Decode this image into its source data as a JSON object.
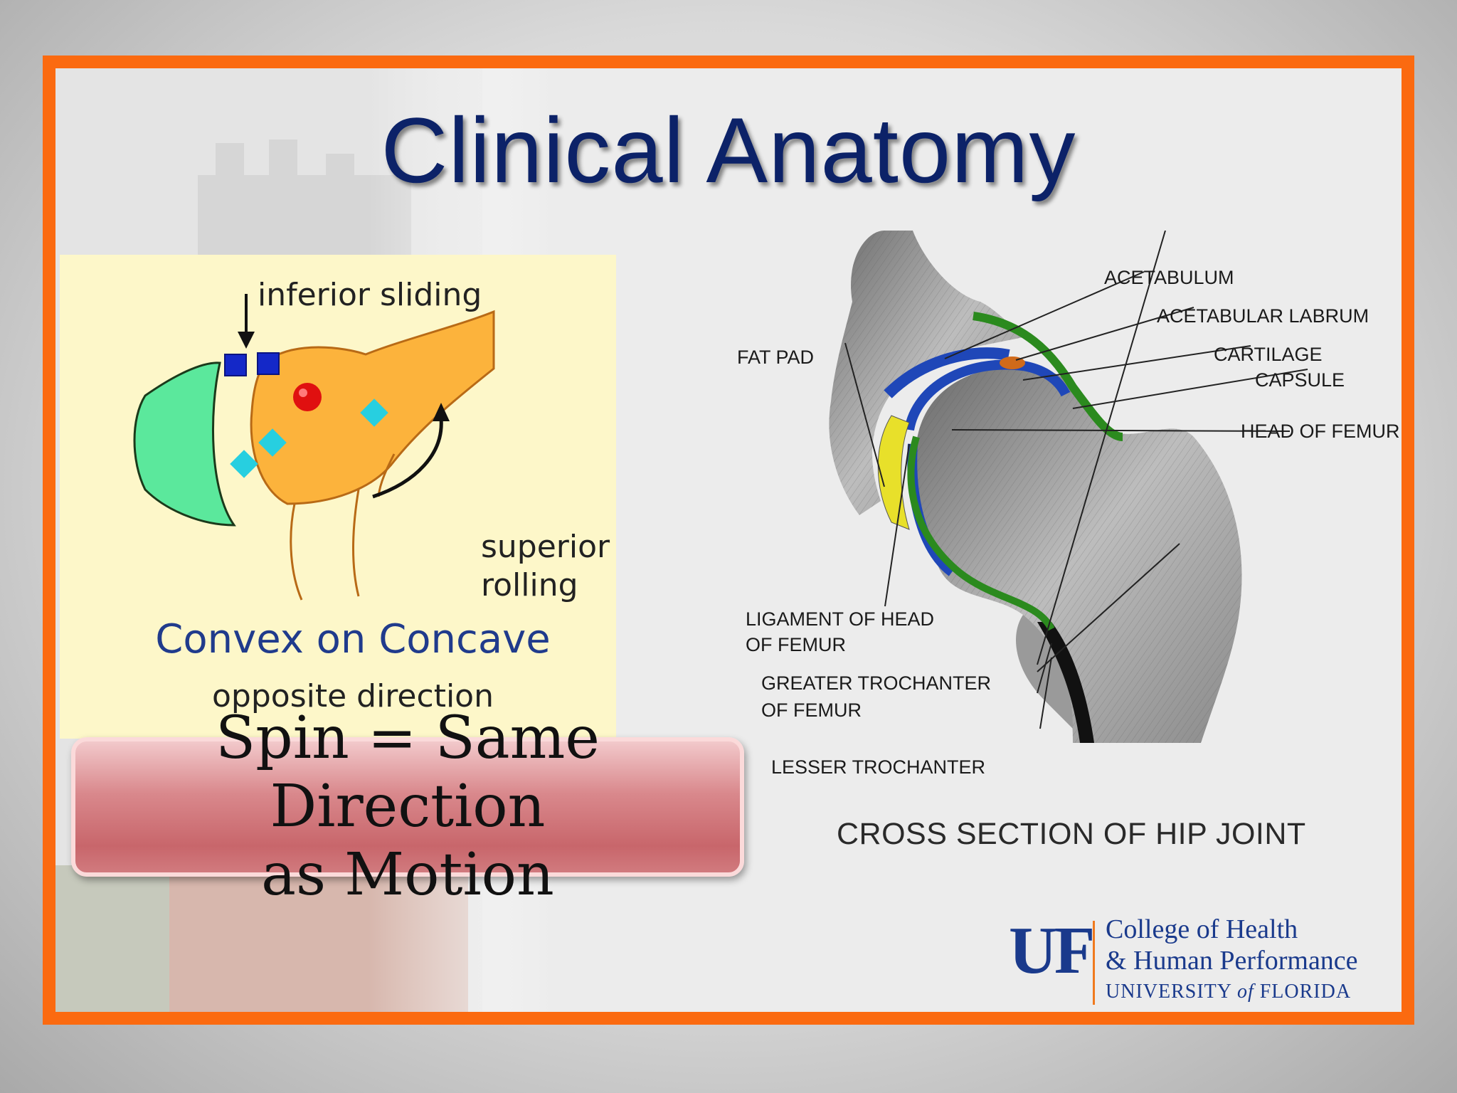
{
  "title": "Clinical Anatomy",
  "left_diagram": {
    "label_inferior": "inferior sliding",
    "label_superior": "superior",
    "label_rolling": "rolling",
    "label_convex": "Convex on Concave",
    "label_opposite": "opposite direction"
  },
  "spin_box": {
    "line1": "Spin = Same Direction",
    "line2": "as Motion"
  },
  "hip_diagram": {
    "labels": {
      "acetabulum": "ACETABULUM",
      "labrum": "ACETABULAR LABRUM",
      "cartilage": "CARTILAGE",
      "capsule": "CAPSULE",
      "head_femur": "HEAD OF FEMUR",
      "fat_pad": "FAT PAD",
      "ligament_1": "LIGAMENT OF HEAD",
      "ligament_2": "OF FEMUR",
      "greater_1": "GREATER TROCHANTER",
      "greater_2": "OF FEMUR",
      "lesser": "LESSER TROCHANTER"
    },
    "caption": "CROSS SECTION OF HIP JOINT"
  },
  "logo": {
    "letters": "UF",
    "line1": "College of Health",
    "line2": "& Human Performance",
    "line3_a": "UNIVERSITY ",
    "line3_of": "of",
    "line3_b": " FLORIDA"
  },
  "colors": {
    "border": "#fb6a10",
    "title": "#0c2268",
    "uf_blue": "#1a3a8c",
    "uf_orange": "#f07a1e"
  }
}
